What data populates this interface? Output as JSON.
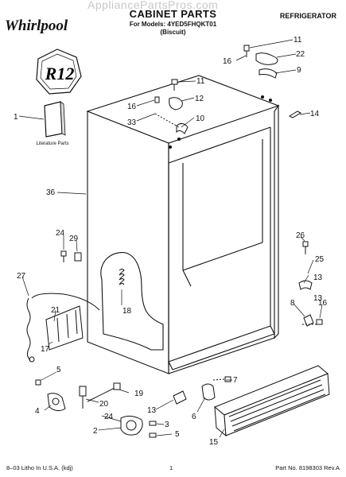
{
  "watermark": "AppliancePartsPros.com",
  "brand": "Whirlpool",
  "title": "CABINET PARTS",
  "models_line": "For Models: 4YED5FHQKT01",
  "variant": "(Biscuit)",
  "category": "REFRIGERATOR",
  "badge_text": "R12",
  "literature_caption": "Literature Parts",
  "footer": {
    "left": "8–03 Litho In U.S.A. (kdj)",
    "center": "1",
    "right": "Part No. 8198303 Rev.A"
  },
  "callouts": [
    "1",
    "2",
    "3",
    "4",
    "5",
    "5",
    "6",
    "7",
    "8",
    "9",
    "10",
    "11",
    "11",
    "12",
    "13",
    "13",
    "13",
    "14",
    "15",
    "16",
    "16",
    "16",
    "17",
    "18",
    "19",
    "20",
    "21",
    "22",
    "24",
    "24",
    "25",
    "26",
    "27",
    "29",
    "33",
    "36"
  ]
}
